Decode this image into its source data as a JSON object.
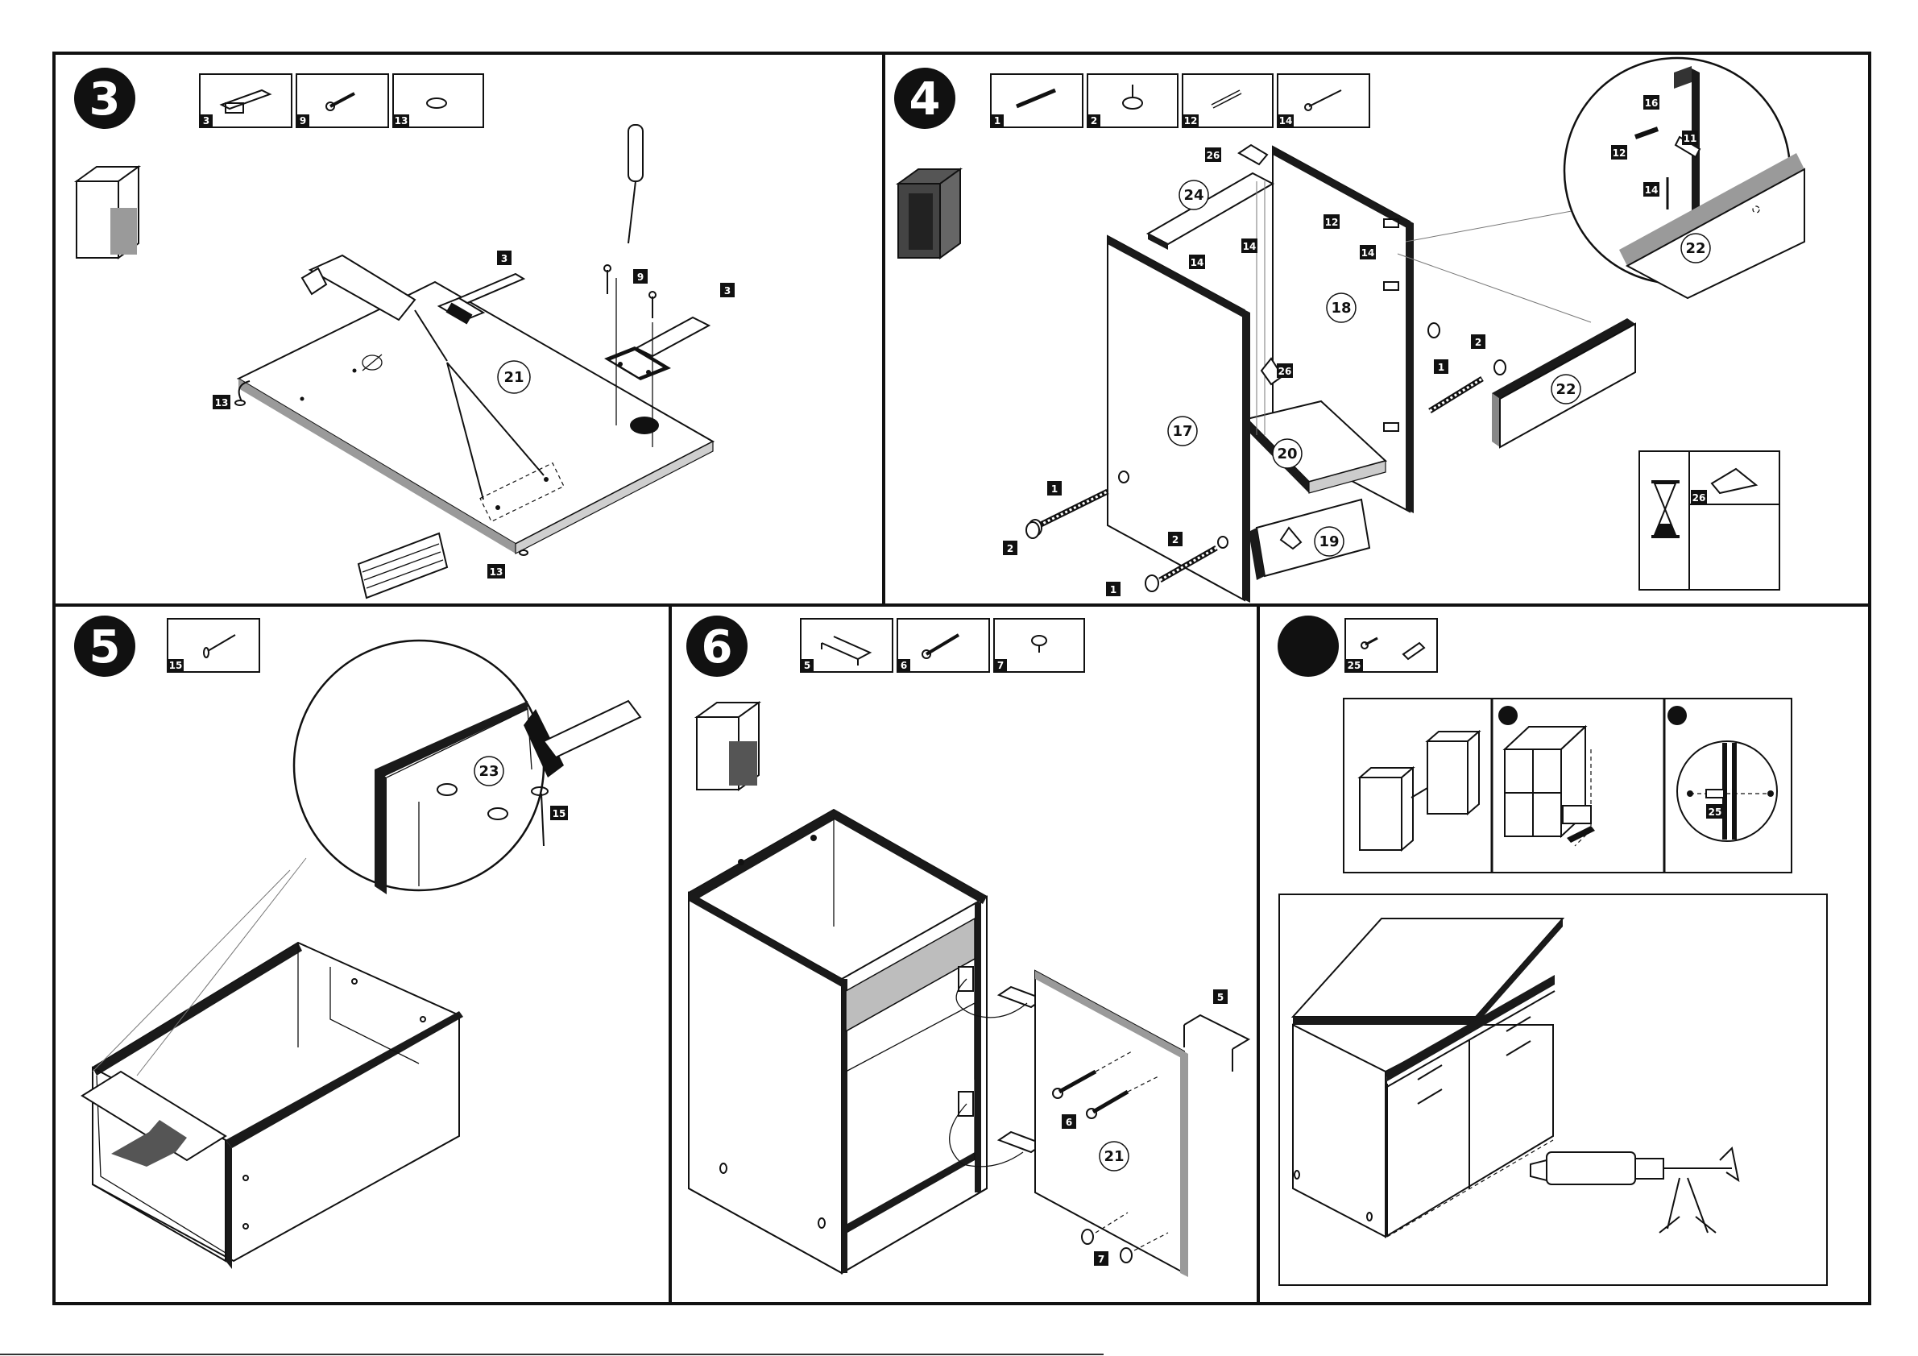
{
  "steps": [
    {
      "number": "3",
      "parts": [
        {
          "label": "3",
          "icon": "hinge-icon"
        },
        {
          "label": "9",
          "icon": "screw-icon"
        },
        {
          "label": "13",
          "icon": "felt-pad-icon"
        }
      ],
      "callouts": [
        "3",
        "9",
        "3",
        "13",
        "13"
      ],
      "circles": [
        "21"
      ]
    },
    {
      "number": "4",
      "parts": [
        {
          "label": "1",
          "icon": "cam-bolt-icon"
        },
        {
          "label": "2",
          "icon": "cam-lock-icon"
        },
        {
          "label": "12",
          "icon": "dowel-icon"
        },
        {
          "label": "14",
          "icon": "screw-icon"
        }
      ],
      "callouts": [
        "26",
        "12",
        "14",
        "14",
        "14",
        "26",
        "2",
        "1",
        "1",
        "2",
        "2",
        "1",
        "16",
        "11",
        "12",
        "14",
        "26"
      ],
      "circles": [
        "24",
        "18",
        "17",
        "20",
        "19",
        "22",
        "22"
      ]
    },
    {
      "number": "5",
      "parts": [
        {
          "label": "15",
          "icon": "nail-icon"
        }
      ],
      "callouts": [
        "15"
      ],
      "circles": [
        "23"
      ]
    },
    {
      "number": "6",
      "parts": [
        {
          "label": "5",
          "icon": "handle-icon"
        },
        {
          "label": "6",
          "icon": "screw-icon"
        },
        {
          "label": "7",
          "icon": "door-stop-icon"
        }
      ],
      "callouts": [
        "5",
        "6",
        "7"
      ],
      "circles": [
        "21"
      ]
    },
    {
      "number": "",
      "parts": [
        {
          "label": "25",
          "icon": "connector-bolt-icon"
        }
      ],
      "callouts": [
        "25"
      ],
      "circles": []
    }
  ],
  "colors": {
    "ink": "#111111",
    "edge": "#1a1a1a",
    "grey": "#9a9a9a",
    "paper": "#ffffff"
  }
}
